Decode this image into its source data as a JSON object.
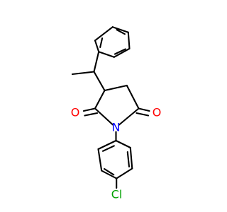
{
  "molecule": {
    "atoms": {
      "oxygen_left": {
        "text": "O",
        "color": "#ff0000"
      },
      "oxygen_right": {
        "text": "O",
        "color": "#ff0000"
      },
      "nitrogen": {
        "text": "N",
        "color": "#0000ff"
      },
      "chlorine": {
        "text": "Cl",
        "color": "#00a000"
      }
    },
    "bond_color": "#000000",
    "background": "#ffffff"
  }
}
